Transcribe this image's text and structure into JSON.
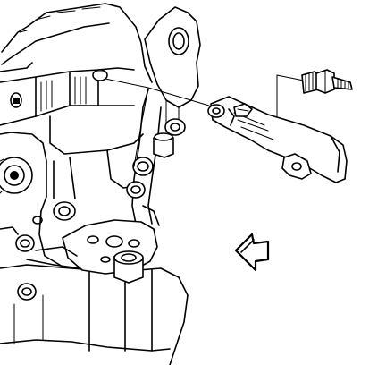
{
  "diagram": {
    "stroke_color": "#000000",
    "background_color": "#ffffff",
    "components": [
      {
        "name": "engine-block"
      },
      {
        "name": "mounting-bracket"
      },
      {
        "name": "wiring-harness-bracket"
      },
      {
        "name": "stud-bolt"
      },
      {
        "name": "direction-arrow"
      }
    ]
  }
}
